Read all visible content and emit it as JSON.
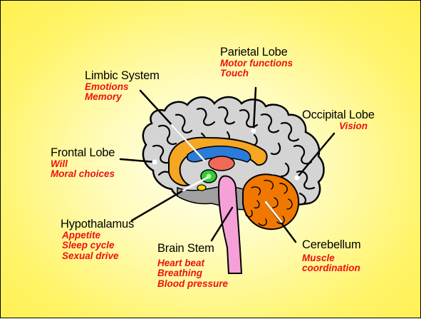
{
  "colors": {
    "background": "#fff46a",
    "subtitle": "#ee1111",
    "cortex": "#d4d4d4",
    "limbic": "#f5a623",
    "hypothalamus": "#33cc33",
    "brain_stem": "#f6a0d8",
    "cerebellum": "#f07800",
    "ventricle": "#2b7bd8"
  },
  "regions": {
    "parietal": {
      "title": "Parietal Lobe",
      "lines": [
        "Motor functions",
        "Touch"
      ]
    },
    "limbic": {
      "title": "Limbic System",
      "lines": [
        "Emotions",
        "Memory"
      ]
    },
    "occipital": {
      "title": "Occipital Lobe",
      "lines": [
        "Vision"
      ]
    },
    "frontal": {
      "title": "Frontal Lobe",
      "lines": [
        "Will",
        "Moral choices"
      ]
    },
    "hypothalamus": {
      "title": "Hypothalamus",
      "lines": [
        "Appetite",
        "Sleep cycle",
        "Sexual drive"
      ]
    },
    "brainstem": {
      "title": "Brain Stem",
      "lines": [
        "Heart beat",
        "Breathing",
        "Blood pressure"
      ]
    },
    "cerebellum": {
      "title": "Cerebellum",
      "lines": [
        "Muscle",
        "coordination"
      ]
    }
  }
}
